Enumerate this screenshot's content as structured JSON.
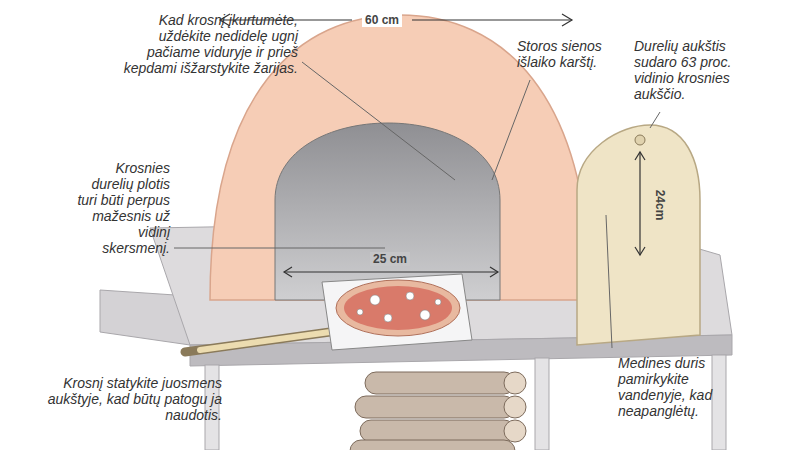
{
  "diagram": {
    "labels": [
      "60 cm",
      "Kad krosnį įkurtumėte, uždėkite nedidelę ugnį pačiame viduryje ir prieš kepdami išžarstykite žarijas.",
      "Storos sienos išlaiko karštį.",
      "Durelių aukštis sudaro 63 proc. vidinio krosnies aukščio.",
      "Krosnies durelių plotis turi būti perpus mažesnis už vidinį skersmenį.",
      "25 cm",
      "24cm",
      "Krosnį statykite juosmens aukštyje, kad būtų patogu ja naudotis.",
      "Medines duris pamirkykite vandenyje, kad neapanglėtų."
    ]
  }
}
